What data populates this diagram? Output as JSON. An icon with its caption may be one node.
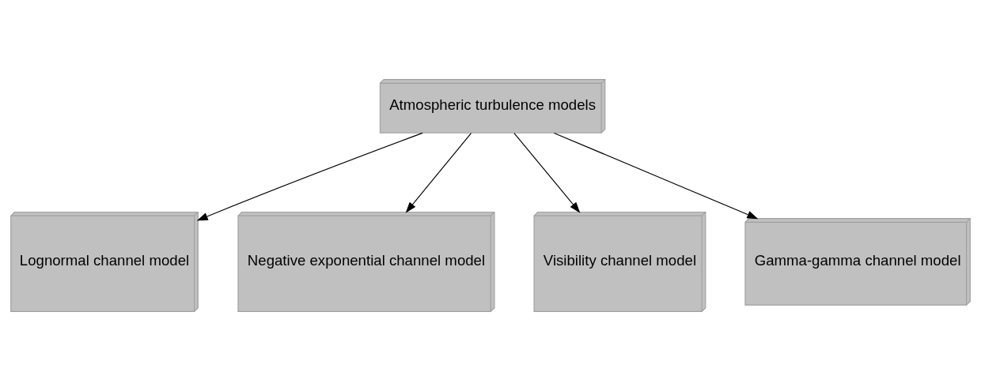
{
  "diagram": {
    "nodes": [
      {
        "text": [
          "Atmospheric turbulence models"
        ]
      },
      {
        "text": [
          "Lognormal channel model"
        ]
      },
      {
        "text": [
          "Negative exponential channel model"
        ]
      },
      {
        "text": [
          "Visibility channel model"
        ]
      },
      {
        "text": [
          "Gamma-gamma channel model"
        ]
      }
    ],
    "edges": [
      {
        "from": 0,
        "to": 1,
        "arrow": "to"
      },
      {
        "from": 0,
        "to": 2,
        "arrow": "to"
      },
      {
        "from": 0,
        "to": 3,
        "arrow": "to"
      },
      {
        "from": 0,
        "to": 4,
        "arrow": "to"
      }
    ]
  }
}
